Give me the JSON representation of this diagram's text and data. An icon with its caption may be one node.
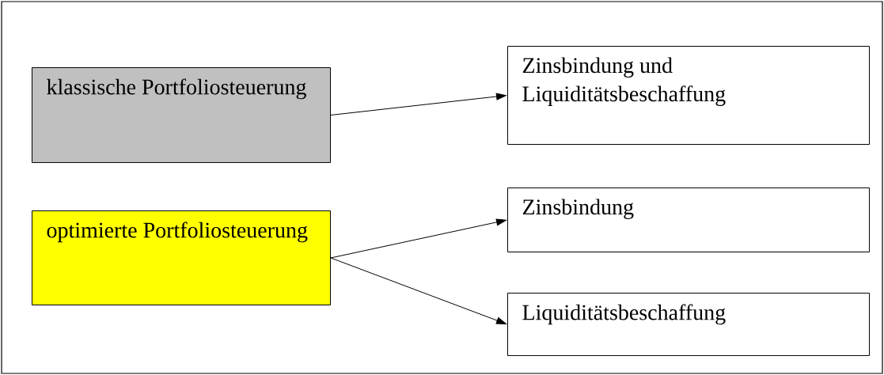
{
  "diagram": {
    "nodes": [
      {
        "text": [
          "klassische Portfoliosteuerung"
        ]
      },
      {
        "text": [
          "optimierte Portfoliosteuerung"
        ]
      },
      {
        "text": [
          "Zinsbindung und Liquiditätsbeschaffung"
        ]
      },
      {
        "text": [
          "Zinsbindung"
        ]
      },
      {
        "text": [
          "Liquiditätsbeschaffung"
        ]
      }
    ],
    "edges": [
      {
        "from": 0,
        "to": 2,
        "arrow": "to"
      },
      {
        "from": 1,
        "to": 3,
        "arrow": "to"
      },
      {
        "from": 1,
        "to": 4,
        "arrow": "to"
      }
    ]
  }
}
